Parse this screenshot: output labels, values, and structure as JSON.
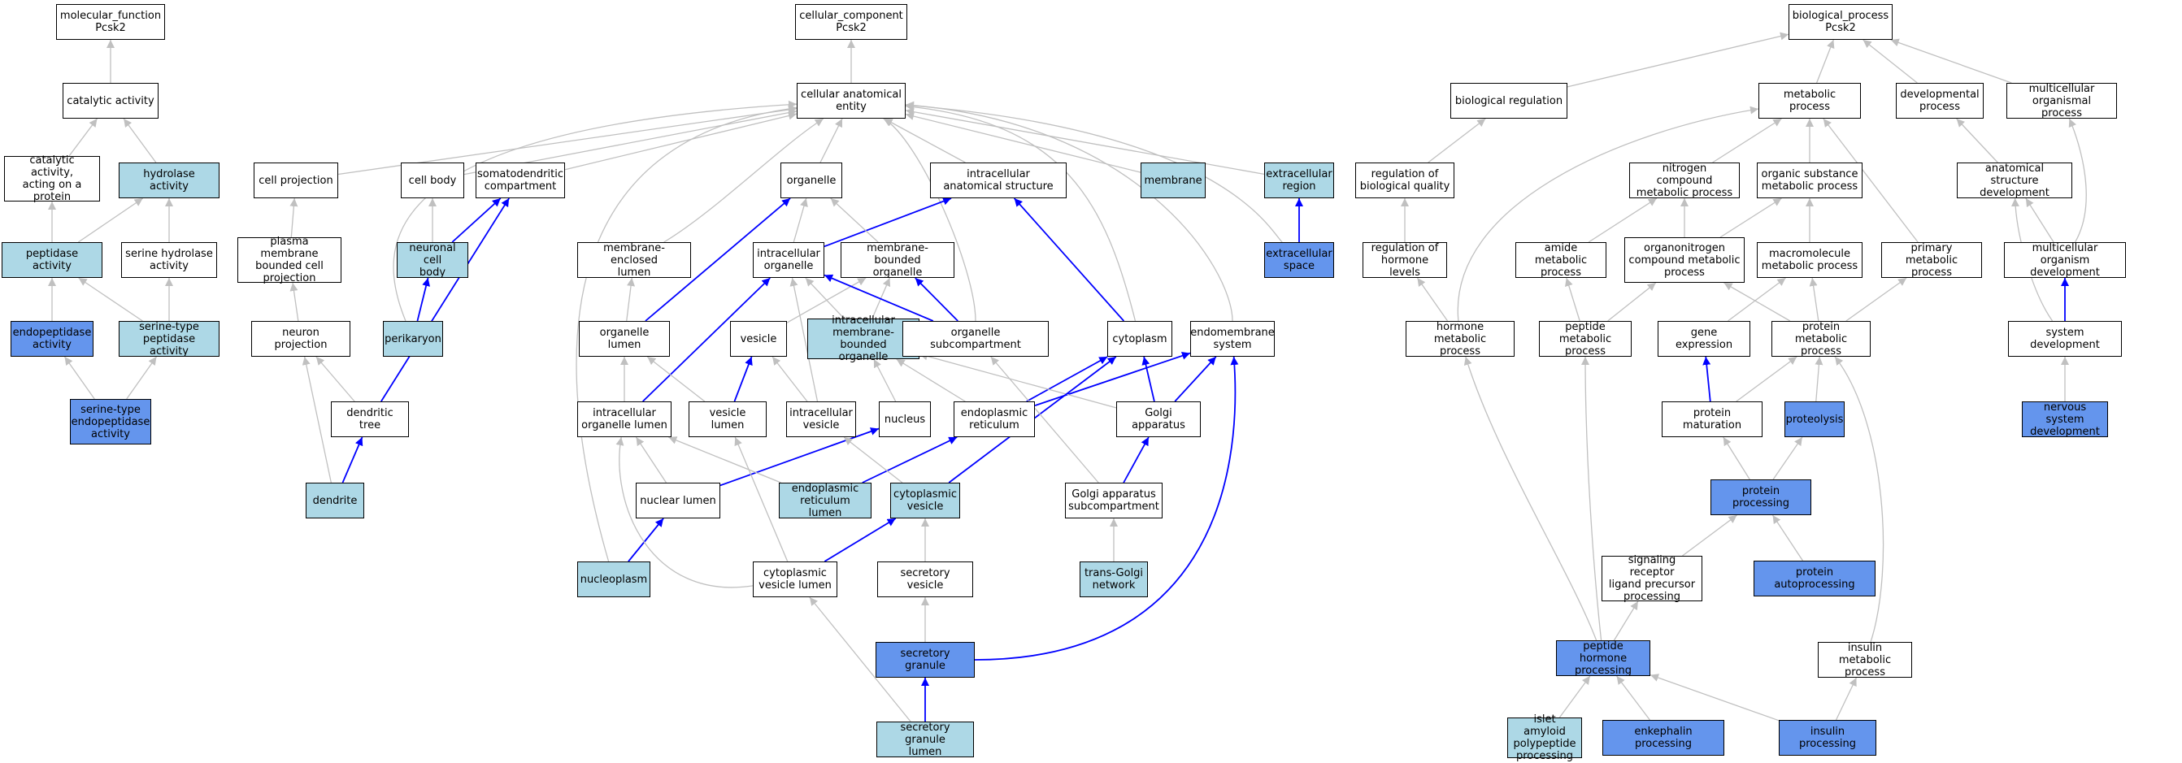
{
  "colors": {
    "white": "#ffffff",
    "light": "#add8e6",
    "dark": "#6495ed",
    "gray_edge": "#c0c0c0",
    "blue_edge": "#0000ff"
  },
  "nodes": [
    {
      "id": "mf_root",
      "label": "molecular_function\nPcsk2",
      "fill": "white"
    },
    {
      "id": "catalytic",
      "label": "catalytic activity",
      "fill": "white"
    },
    {
      "id": "cat_protein",
      "label": "catalytic activity,\nacting on a\nprotein",
      "fill": "white"
    },
    {
      "id": "hydrolase",
      "label": "hydrolase activity",
      "fill": "light"
    },
    {
      "id": "peptidase",
      "label": "peptidase activity",
      "fill": "light"
    },
    {
      "id": "serine_hydrolase",
      "label": "serine hydrolase\nactivity",
      "fill": "white"
    },
    {
      "id": "endopeptidase",
      "label": "endopeptidase\nactivity",
      "fill": "dark"
    },
    {
      "id": "serine_peptidase",
      "label": "serine-type\npeptidase activity",
      "fill": "light"
    },
    {
      "id": "serine_endo",
      "label": "serine-type\nendopeptidase\nactivity",
      "fill": "dark"
    },
    {
      "id": "cc_root",
      "label": "cellular_component\nPcsk2",
      "fill": "white"
    },
    {
      "id": "cae",
      "label": "cellular anatomical\nentity",
      "fill": "white"
    },
    {
      "id": "cell_projection",
      "label": "cell projection",
      "fill": "white"
    },
    {
      "id": "cell_body",
      "label": "cell body",
      "fill": "white"
    },
    {
      "id": "somatodendritic",
      "label": "somatodendritic\ncompartment",
      "fill": "white"
    },
    {
      "id": "organelle",
      "label": "organelle",
      "fill": "white"
    },
    {
      "id": "intra_anat",
      "label": "intracellular\nanatomical structure",
      "fill": "white"
    },
    {
      "id": "membrane",
      "label": "membrane",
      "fill": "light"
    },
    {
      "id": "extracellular_region",
      "label": "extracellular\nregion",
      "fill": "light"
    },
    {
      "id": "plasma_proj",
      "label": "plasma membrane\nbounded cell\nprojection",
      "fill": "white"
    },
    {
      "id": "neuronal_body",
      "label": "neuronal cell\nbody",
      "fill": "light"
    },
    {
      "id": "mem_enclosed",
      "label": "membrane-enclosed\nlumen",
      "fill": "white"
    },
    {
      "id": "intra_organelle",
      "label": "intracellular\norganelle",
      "fill": "white"
    },
    {
      "id": "mem_bounded",
      "label": "membrane-bounded\norganelle",
      "fill": "white"
    },
    {
      "id": "extracellular_space",
      "label": "extracellular\nspace",
      "fill": "dark"
    },
    {
      "id": "neuron_projection",
      "label": "neuron projection",
      "fill": "white"
    },
    {
      "id": "perikaryon",
      "label": "perikaryon",
      "fill": "light"
    },
    {
      "id": "organelle_lumen",
      "label": "organelle lumen",
      "fill": "white"
    },
    {
      "id": "vesicle",
      "label": "vesicle",
      "fill": "white"
    },
    {
      "id": "intra_mem_bounded",
      "label": "intracellular\nmembrane-bounded\norganelle",
      "fill": "light"
    },
    {
      "id": "organelle_sub",
      "label": "organelle subcompartment",
      "fill": "white"
    },
    {
      "id": "cytoplasm",
      "label": "cytoplasm",
      "fill": "white"
    },
    {
      "id": "endomembrane",
      "label": "endomembrane\nsystem",
      "fill": "white"
    },
    {
      "id": "dendritic_tree",
      "label": "dendritic tree",
      "fill": "white"
    },
    {
      "id": "intra_org_lumen",
      "label": "intracellular\norganelle lumen",
      "fill": "white"
    },
    {
      "id": "vesicle_lumen",
      "label": "vesicle lumen",
      "fill": "white"
    },
    {
      "id": "intra_vesicle",
      "label": "intracellular\nvesicle",
      "fill": "white"
    },
    {
      "id": "nucleus",
      "label": "nucleus",
      "fill": "white"
    },
    {
      "id": "er",
      "label": "endoplasmic\nreticulum",
      "fill": "white"
    },
    {
      "id": "golgi",
      "label": "Golgi apparatus",
      "fill": "white"
    },
    {
      "id": "dendrite",
      "label": "dendrite",
      "fill": "light"
    },
    {
      "id": "nuclear_lumen",
      "label": "nuclear lumen",
      "fill": "white"
    },
    {
      "id": "er_lumen",
      "label": "endoplasmic\nreticulum lumen",
      "fill": "light"
    },
    {
      "id": "cyto_vesicle",
      "label": "cytoplasmic\nvesicle",
      "fill": "light"
    },
    {
      "id": "golgi_sub",
      "label": "Golgi apparatus\nsubcompartment",
      "fill": "white"
    },
    {
      "id": "nucleoplasm",
      "label": "nucleoplasm",
      "fill": "light"
    },
    {
      "id": "cyto_vesicle_lumen",
      "label": "cytoplasmic\nvesicle lumen",
      "fill": "white"
    },
    {
      "id": "secretory_vesicle",
      "label": "secretory vesicle",
      "fill": "white"
    },
    {
      "id": "trans_golgi",
      "label": "trans-Golgi\nnetwork",
      "fill": "light"
    },
    {
      "id": "secretory_granule",
      "label": "secretory granule",
      "fill": "dark"
    },
    {
      "id": "sg_lumen",
      "label": "secretory granule\nlumen",
      "fill": "light"
    },
    {
      "id": "bp_root",
      "label": "biological_process\nPcsk2",
      "fill": "white"
    },
    {
      "id": "bio_reg",
      "label": "biological regulation",
      "fill": "white"
    },
    {
      "id": "metabolic",
      "label": "metabolic process",
      "fill": "white"
    },
    {
      "id": "developmental",
      "label": "developmental\nprocess",
      "fill": "white"
    },
    {
      "id": "multicellular",
      "label": "multicellular\norganismal process",
      "fill": "white"
    },
    {
      "id": "reg_bio_quality",
      "label": "regulation of\nbiological quality",
      "fill": "white"
    },
    {
      "id": "nitrogen",
      "label": "nitrogen compound\nmetabolic process",
      "fill": "white"
    },
    {
      "id": "organic_sub",
      "label": "organic substance\nmetabolic process",
      "fill": "white"
    },
    {
      "id": "anat_struct",
      "label": "anatomical structure\ndevelopment",
      "fill": "white"
    },
    {
      "id": "reg_hormone",
      "label": "regulation of\nhormone levels",
      "fill": "white"
    },
    {
      "id": "amide",
      "label": "amide metabolic\nprocess",
      "fill": "white"
    },
    {
      "id": "organonitrogen",
      "label": "organonitrogen\ncompound metabolic\nprocess",
      "fill": "white"
    },
    {
      "id": "macromolecule",
      "label": "macromolecule\nmetabolic process",
      "fill": "white"
    },
    {
      "id": "primary",
      "label": "primary metabolic\nprocess",
      "fill": "white"
    },
    {
      "id": "multi_dev",
      "label": "multicellular\norganism development",
      "fill": "white"
    },
    {
      "id": "hormone_meta",
      "label": "hormone metabolic\nprocess",
      "fill": "white"
    },
    {
      "id": "peptide_meta",
      "label": "peptide metabolic\nprocess",
      "fill": "white"
    },
    {
      "id": "gene_expr",
      "label": "gene expression",
      "fill": "white"
    },
    {
      "id": "protein_meta",
      "label": "protein metabolic\nprocess",
      "fill": "white"
    },
    {
      "id": "system_dev",
      "label": "system development",
      "fill": "white"
    },
    {
      "id": "protein_maturation",
      "label": "protein maturation",
      "fill": "white"
    },
    {
      "id": "proteolysis",
      "label": "proteolysis",
      "fill": "dark"
    },
    {
      "id": "nervous_dev",
      "label": "nervous system\ndevelopment",
      "fill": "dark"
    },
    {
      "id": "protein_processing",
      "label": "protein processing",
      "fill": "dark"
    },
    {
      "id": "signaling_receptor",
      "label": "signaling receptor\nligand precursor\nprocessing",
      "fill": "white"
    },
    {
      "id": "protein_autoproc",
      "label": "protein autoprocessing",
      "fill": "dark"
    },
    {
      "id": "peptide_hormone",
      "label": "peptide hormone\nprocessing",
      "fill": "dark"
    },
    {
      "id": "insulin_meta",
      "label": "insulin metabolic\nprocess",
      "fill": "white"
    },
    {
      "id": "islet_amyloid",
      "label": "islet amyloid\npolypeptide\nprocessing",
      "fill": "light"
    },
    {
      "id": "enkephalin",
      "label": "enkephalin processing",
      "fill": "dark"
    },
    {
      "id": "insulin_proc",
      "label": "insulin processing",
      "fill": "dark"
    }
  ],
  "edges": [
    {
      "from": "catalytic",
      "to": "mf_root",
      "kind": "gray"
    },
    {
      "from": "cat_protein",
      "to": "catalytic",
      "kind": "gray"
    },
    {
      "from": "hydrolase",
      "to": "catalytic",
      "kind": "gray"
    },
    {
      "from": "peptidase",
      "to": "cat_protein",
      "kind": "gray"
    },
    {
      "from": "peptidase",
      "to": "hydrolase",
      "kind": "gray"
    },
    {
      "from": "serine_hydrolase",
      "to": "hydrolase",
      "kind": "gray"
    },
    {
      "from": "endopeptidase",
      "to": "peptidase",
      "kind": "gray"
    },
    {
      "from": "serine_peptidase",
      "to": "peptidase",
      "kind": "gray"
    },
    {
      "from": "serine_peptidase",
      "to": "serine_hydrolase",
      "kind": "gray"
    },
    {
      "from": "serine_endo",
      "to": "endopeptidase",
      "kind": "gray"
    },
    {
      "from": "serine_endo",
      "to": "serine_peptidase",
      "kind": "gray"
    },
    {
      "from": "cae",
      "to": "cc_root",
      "kind": "gray"
    },
    {
      "from": "cell_projection",
      "to": "cae",
      "kind": "gray"
    },
    {
      "from": "cell_body",
      "to": "cae",
      "kind": "gray"
    },
    {
      "from": "somatodendritic",
      "to": "cae",
      "kind": "gray"
    },
    {
      "from": "organelle",
      "to": "cae",
      "kind": "gray"
    },
    {
      "from": "intra_anat",
      "to": "cae",
      "kind": "gray"
    },
    {
      "from": "membrane",
      "to": "cae",
      "kind": "gray"
    },
    {
      "from": "extracellular_region",
      "to": "cae",
      "kind": "gray"
    },
    {
      "from": "mem_enclosed",
      "to": "cae",
      "kind": "gray"
    },
    {
      "from": "perikaryon",
      "to": "cae",
      "kind": "gray"
    },
    {
      "from": "nucleoplasm",
      "to": "cae",
      "kind": "gray"
    },
    {
      "from": "organelle_sub",
      "to": "cae",
      "kind": "gray"
    },
    {
      "from": "cytoplasm",
      "to": "cae",
      "kind": "gray"
    },
    {
      "from": "endomembrane",
      "to": "cae",
      "kind": "gray"
    },
    {
      "from": "extracellular_space",
      "to": "cae",
      "kind": "gray"
    },
    {
      "from": "plasma_proj",
      "to": "cell_projection",
      "kind": "gray"
    },
    {
      "from": "neuronal_body",
      "to": "cell_body",
      "kind": "gray"
    },
    {
      "from": "neuronal_body",
      "to": "somatodendritic",
      "kind": "blue"
    },
    {
      "from": "neuron_projection",
      "to": "plasma_proj",
      "kind": "gray"
    },
    {
      "from": "perikaryon",
      "to": "neuronal_body",
      "kind": "blue"
    },
    {
      "from": "dendritic_tree",
      "to": "neuron_projection",
      "kind": "gray"
    },
    {
      "from": "dendritic_tree",
      "to": "somatodendritic",
      "kind": "blue"
    },
    {
      "from": "dendrite",
      "to": "dendritic_tree",
      "kind": "blue"
    },
    {
      "from": "dendrite",
      "to": "neuron_projection",
      "kind": "gray"
    },
    {
      "from": "extracellular_space",
      "to": "extracellular_region",
      "kind": "blue"
    },
    {
      "from": "intra_organelle",
      "to": "organelle",
      "kind": "gray"
    },
    {
      "from": "intra_organelle",
      "to": "intra_anat",
      "kind": "blue"
    },
    {
      "from": "mem_bounded",
      "to": "organelle",
      "kind": "gray"
    },
    {
      "from": "organelle_lumen",
      "to": "mem_enclosed",
      "kind": "gray"
    },
    {
      "from": "organelle_lumen",
      "to": "organelle",
      "kind": "blue"
    },
    {
      "from": "vesicle",
      "to": "mem_bounded",
      "kind": "gray"
    },
    {
      "from": "intra_mem_bounded",
      "to": "intra_organelle",
      "kind": "gray"
    },
    {
      "from": "intra_mem_bounded",
      "to": "mem_bounded",
      "kind": "gray"
    },
    {
      "from": "organelle_sub",
      "to": "intra_organelle",
      "kind": "blue"
    },
    {
      "from": "organelle_sub",
      "to": "mem_bounded",
      "kind": "blue"
    },
    {
      "from": "cytoplasm",
      "to": "intra_anat",
      "kind": "blue"
    },
    {
      "from": "intra_org_lumen",
      "to": "organelle_lumen",
      "kind": "gray"
    },
    {
      "from": "intra_org_lumen",
      "to": "intra_organelle",
      "kind": "blue"
    },
    {
      "from": "vesicle_lumen",
      "to": "organelle_lumen",
      "kind": "gray"
    },
    {
      "from": "vesicle_lumen",
      "to": "vesicle",
      "kind": "blue"
    },
    {
      "from": "intra_vesicle",
      "to": "vesicle",
      "kind": "gray"
    },
    {
      "from": "intra_vesicle",
      "to": "intra_organelle",
      "kind": "gray"
    },
    {
      "from": "nucleus",
      "to": "intra_mem_bounded",
      "kind": "gray"
    },
    {
      "from": "er",
      "to": "intra_mem_bounded",
      "kind": "gray"
    },
    {
      "from": "er",
      "to": "cytoplasm",
      "kind": "blue"
    },
    {
      "from": "er",
      "to": "endomembrane",
      "kind": "blue"
    },
    {
      "from": "golgi",
      "to": "intra_mem_bounded",
      "kind": "gray"
    },
    {
      "from": "golgi",
      "to": "cytoplasm",
      "kind": "blue"
    },
    {
      "from": "golgi",
      "to": "endomembrane",
      "kind": "blue"
    },
    {
      "from": "nuclear_lumen",
      "to": "intra_org_lumen",
      "kind": "gray"
    },
    {
      "from": "nuclear_lumen",
      "to": "nucleus",
      "kind": "blue"
    },
    {
      "from": "er_lumen",
      "to": "intra_org_lumen",
      "kind": "gray"
    },
    {
      "from": "er_lumen",
      "to": "er",
      "kind": "blue"
    },
    {
      "from": "cyto_vesicle",
      "to": "intra_vesicle",
      "kind": "gray"
    },
    {
      "from": "cyto_vesicle",
      "to": "cytoplasm",
      "kind": "blue"
    },
    {
      "from": "golgi_sub",
      "to": "organelle_sub",
      "kind": "gray"
    },
    {
      "from": "golgi_sub",
      "to": "golgi",
      "kind": "blue"
    },
    {
      "from": "nucleoplasm",
      "to": "nuclear_lumen",
      "kind": "blue"
    },
    {
      "from": "cyto_vesicle_lumen",
      "to": "vesicle_lumen",
      "kind": "gray"
    },
    {
      "from": "cyto_vesicle_lumen",
      "to": "intra_org_lumen",
      "kind": "gray"
    },
    {
      "from": "cyto_vesicle_lumen",
      "to": "cyto_vesicle",
      "kind": "blue"
    },
    {
      "from": "secretory_vesicle",
      "to": "cyto_vesicle",
      "kind": "gray"
    },
    {
      "from": "trans_golgi",
      "to": "golgi_sub",
      "kind": "gray"
    },
    {
      "from": "secretory_granule",
      "to": "secretory_vesicle",
      "kind": "gray"
    },
    {
      "from": "secretory_granule",
      "to": "endomembrane",
      "kind": "blue"
    },
    {
      "from": "sg_lumen",
      "to": "secretory_granule",
      "kind": "blue"
    },
    {
      "from": "sg_lumen",
      "to": "cyto_vesicle_lumen",
      "kind": "gray"
    },
    {
      "from": "bio_reg",
      "to": "bp_root",
      "kind": "gray"
    },
    {
      "from": "metabolic",
      "to": "bp_root",
      "kind": "gray"
    },
    {
      "from": "developmental",
      "to": "bp_root",
      "kind": "gray"
    },
    {
      "from": "multicellular",
      "to": "bp_root",
      "kind": "gray"
    },
    {
      "from": "reg_bio_quality",
      "to": "bio_reg",
      "kind": "gray"
    },
    {
      "from": "nitrogen",
      "to": "metabolic",
      "kind": "gray"
    },
    {
      "from": "organic_sub",
      "to": "metabolic",
      "kind": "gray"
    },
    {
      "from": "anat_struct",
      "to": "developmental",
      "kind": "gray"
    },
    {
      "from": "reg_hormone",
      "to": "reg_bio_quality",
      "kind": "gray"
    },
    {
      "from": "amide",
      "to": "nitrogen",
      "kind": "gray"
    },
    {
      "from": "organonitrogen",
      "to": "nitrogen",
      "kind": "gray"
    },
    {
      "from": "organonitrogen",
      "to": "organic_sub",
      "kind": "gray"
    },
    {
      "from": "macromolecule",
      "to": "organic_sub",
      "kind": "gray"
    },
    {
      "from": "primary",
      "to": "metabolic",
      "kind": "gray"
    },
    {
      "from": "multi_dev",
      "to": "anat_struct",
      "kind": "gray"
    },
    {
      "from": "multi_dev",
      "to": "multicellular",
      "kind": "gray"
    },
    {
      "from": "hormone_meta",
      "to": "reg_hormone",
      "kind": "gray"
    },
    {
      "from": "hormone_meta",
      "to": "metabolic",
      "kind": "gray"
    },
    {
      "from": "peptide_meta",
      "to": "amide",
      "kind": "gray"
    },
    {
      "from": "peptide_meta",
      "to": "organonitrogen",
      "kind": "gray"
    },
    {
      "from": "gene_expr",
      "to": "macromolecule",
      "kind": "gray"
    },
    {
      "from": "protein_meta",
      "to": "organonitrogen",
      "kind": "gray"
    },
    {
      "from": "protein_meta",
      "to": "macromolecule",
      "kind": "gray"
    },
    {
      "from": "protein_meta",
      "to": "primary",
      "kind": "gray"
    },
    {
      "from": "system_dev",
      "to": "multi_dev",
      "kind": "blue"
    },
    {
      "from": "system_dev",
      "to": "anat_struct",
      "kind": "gray"
    },
    {
      "from": "protein_maturation",
      "to": "gene_expr",
      "kind": "blue"
    },
    {
      "from": "protein_maturation",
      "to": "protein_meta",
      "kind": "gray"
    },
    {
      "from": "proteolysis",
      "to": "protein_meta",
      "kind": "gray"
    },
    {
      "from": "nervous_dev",
      "to": "system_dev",
      "kind": "gray"
    },
    {
      "from": "protein_processing",
      "to": "protein_maturation",
      "kind": "gray"
    },
    {
      "from": "protein_processing",
      "to": "proteolysis",
      "kind": "gray"
    },
    {
      "from": "signaling_receptor",
      "to": "protein_processing",
      "kind": "gray"
    },
    {
      "from": "protein_autoproc",
      "to": "protein_processing",
      "kind": "gray"
    },
    {
      "from": "peptide_hormone",
      "to": "signaling_receptor",
      "kind": "gray"
    },
    {
      "from": "peptide_hormone",
      "to": "hormone_meta",
      "kind": "gray"
    },
    {
      "from": "peptide_hormone",
      "to": "peptide_meta",
      "kind": "gray"
    },
    {
      "from": "insulin_meta",
      "to": "protein_meta",
      "kind": "gray"
    },
    {
      "from": "islet_amyloid",
      "to": "peptide_hormone",
      "kind": "gray"
    },
    {
      "from": "enkephalin",
      "to": "peptide_hormone",
      "kind": "gray"
    },
    {
      "from": "insulin_proc",
      "to": "peptide_hormone",
      "kind": "gray"
    },
    {
      "from": "insulin_proc",
      "to": "insulin_meta",
      "kind": "gray"
    }
  ]
}
